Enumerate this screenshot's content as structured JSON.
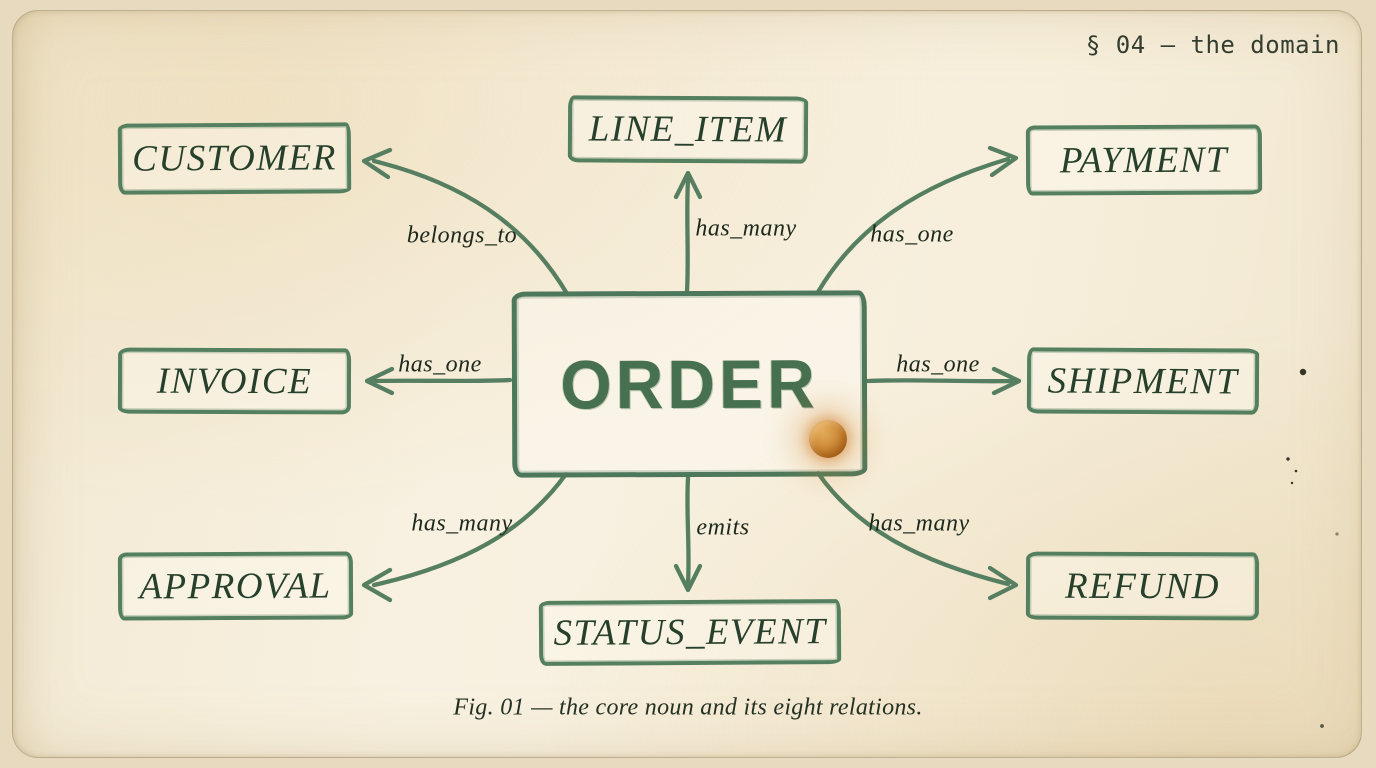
{
  "header": {
    "section_label": "§ 04 — the domain"
  },
  "diagram": {
    "center": {
      "label": "ORDER"
    },
    "entities": [
      {
        "label": "CUSTOMER",
        "relation": "belongs_to",
        "direction": "upper-left"
      },
      {
        "label": "LINE_ITEM",
        "relation": "has_many",
        "direction": "up"
      },
      {
        "label": "PAYMENT",
        "relation": "has_one",
        "direction": "upper-right"
      },
      {
        "label": "INVOICE",
        "relation": "has_one",
        "direction": "left"
      },
      {
        "label": "SHIPMENT",
        "relation": "has_one",
        "direction": "right"
      },
      {
        "label": "APPROVAL",
        "relation": "has_many",
        "direction": "lower-left"
      },
      {
        "label": "STATUS_EVENT",
        "relation": "emits",
        "direction": "down"
      },
      {
        "label": "REFUND",
        "relation": "has_many",
        "direction": "lower-right"
      }
    ],
    "colors": {
      "ink_green": "#567e60",
      "entity_text": "#26402c",
      "order_text": "#46704f",
      "paper": "#f6efdc",
      "accent_orange": "#c9832f"
    }
  },
  "caption": {
    "text": "Fig. 01 — the core noun and its eight relations."
  }
}
